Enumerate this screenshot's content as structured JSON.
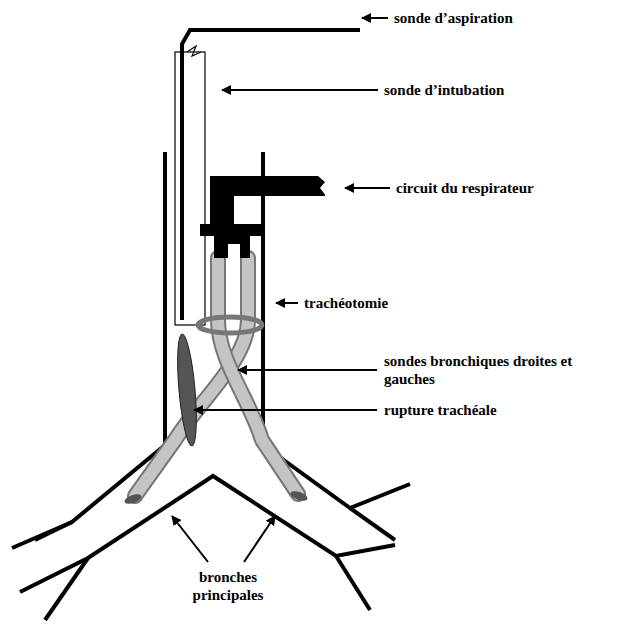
{
  "diagram": {
    "labels": [
      "sonde d’aspiration",
      "sonde d’intubation",
      "circuit du respirateur",
      "trachéotomie",
      "sondes bronchiques droites et gauches",
      "rupture trachéale",
      "bronches principales"
    ]
  }
}
